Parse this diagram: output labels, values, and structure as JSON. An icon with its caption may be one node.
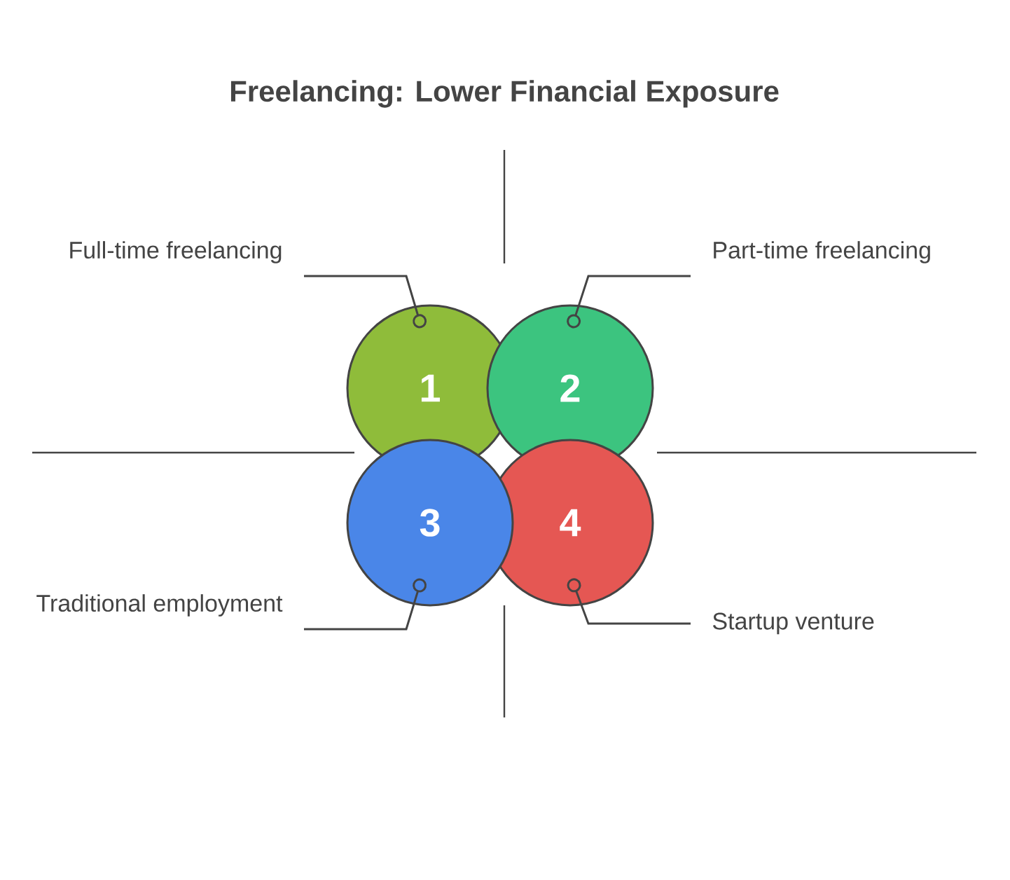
{
  "diagram": {
    "title": "Freelancing: Lower Financial Exposure",
    "nodes": [
      {
        "text": [
          "1"
        ]
      },
      {
        "text": [
          "2"
        ]
      },
      {
        "text": [
          "3"
        ]
      },
      {
        "text": [
          "4"
        ]
      },
      {
        "text": [
          "Full-time freelancing"
        ]
      },
      {
        "text": [
          "Part-time freelancing"
        ]
      },
      {
        "text": [
          "Traditional employment"
        ]
      },
      {
        "text": [
          "Startup venture"
        ]
      }
    ],
    "edges": [
      {
        "from": 4,
        "to": 0,
        "arrow": "other"
      },
      {
        "from": 5,
        "to": 1,
        "arrow": "other"
      },
      {
        "from": 6,
        "to": 2,
        "arrow": "other"
      },
      {
        "from": 7,
        "to": 3,
        "arrow": "other"
      }
    ]
  }
}
